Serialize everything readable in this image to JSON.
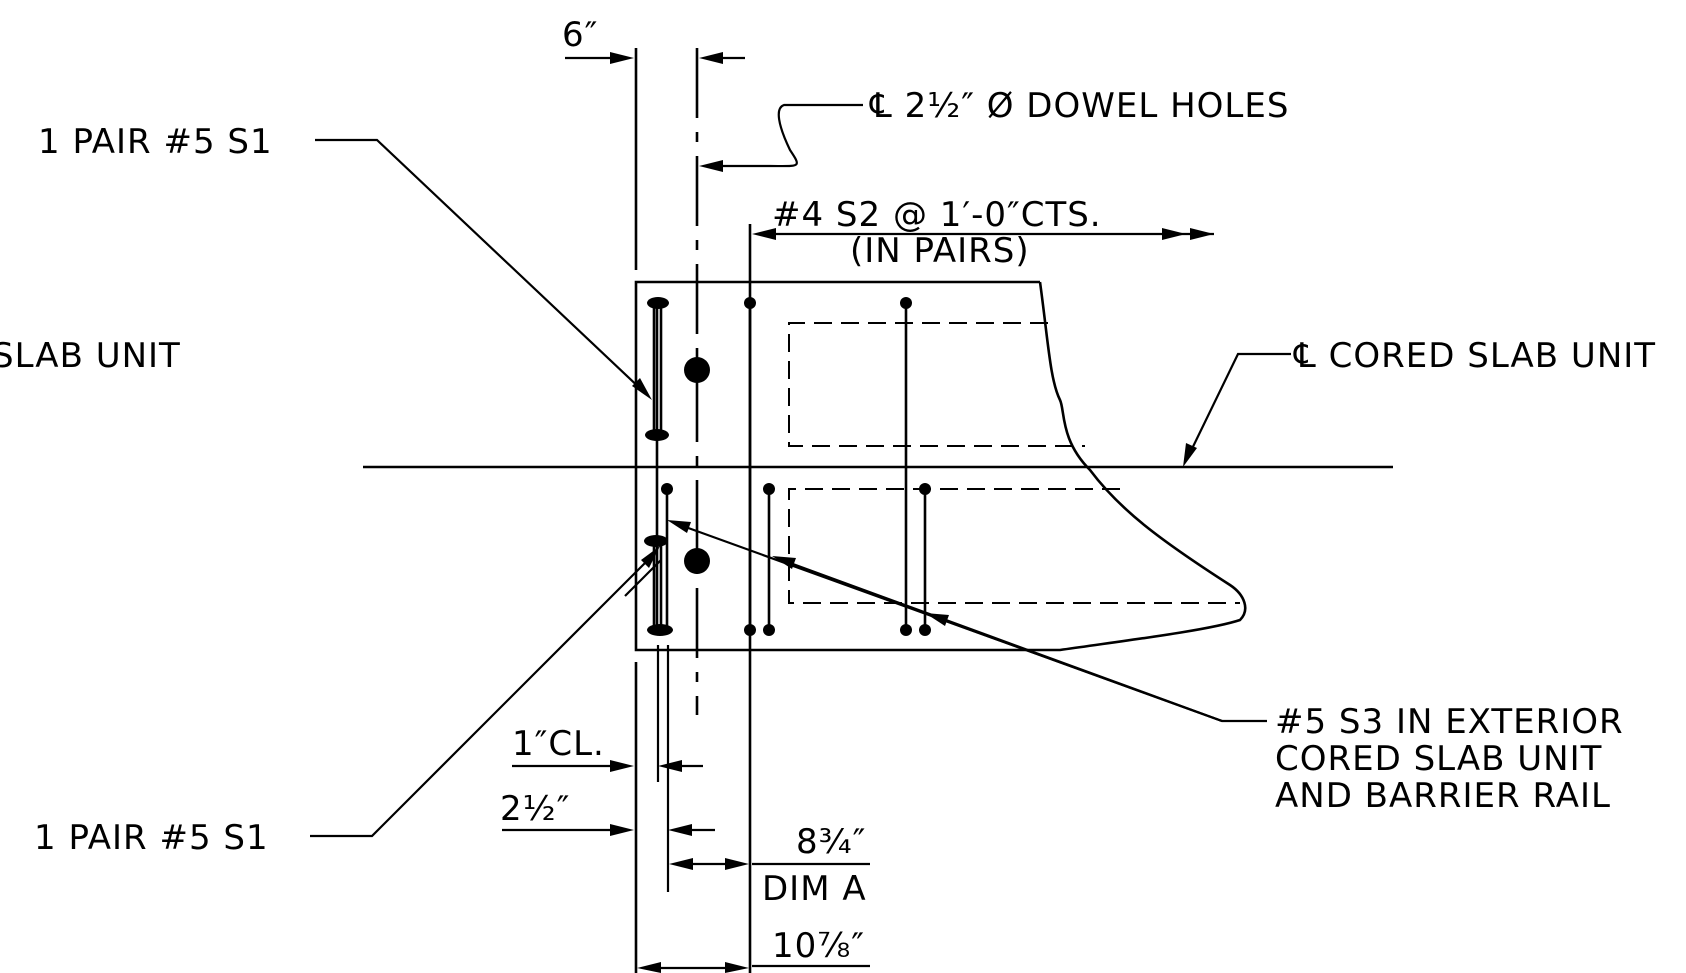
{
  "labels": {
    "dim_6in": "6″",
    "dowel_holes": "℄ 2½″ Ø DOWEL HOLES",
    "pair_s1_top": "1 PAIR #5 S1",
    "s2_spacing": "#4 S2 @ 1′-0″CTS.",
    "s2_in_pairs": "(IN PAIRS)",
    "slab_unit_left": "SLAB UNIT",
    "cored_slab_unit": "℄ CORED SLAB UNIT",
    "s3_line1": "#5 S3 IN EXTERIOR",
    "s3_line2": "CORED SLAB UNIT",
    "s3_line3": "AND BARRIER RAIL",
    "dim_1in_cl": "1″CL.",
    "dim_2half": "2½″",
    "pair_s1_bottom": "1 PAIR #5 S1",
    "dim_8_3_4": "8¾″",
    "dim_a": "DIM A",
    "dim_10_7_8": "10⅞″"
  }
}
